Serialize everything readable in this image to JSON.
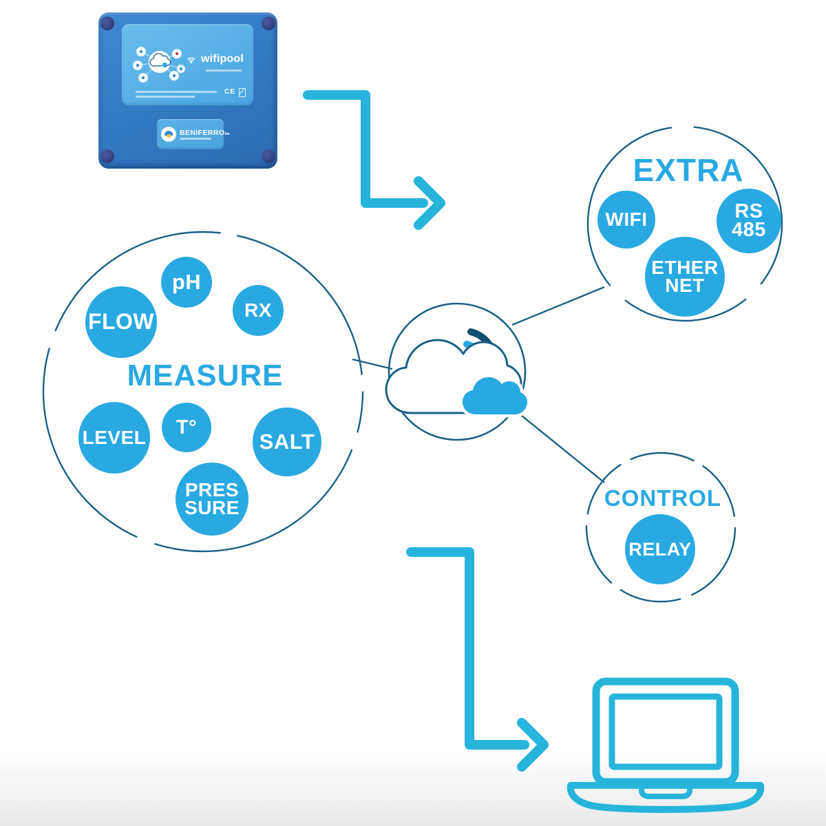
{
  "colors": {
    "bubble_blue": "#29A9E2",
    "accent_cyan": "#27B4DB",
    "outline_navy": "#1A5F85",
    "wifi_arc_dark": "#124E6F",
    "device_body": "#3379C4",
    "device_panel": "#5CB3E7",
    "device_screw": "#333F7D",
    "badge_blue": "#4FA7E0",
    "bg_fade": "#E9E9EA"
  },
  "device": {
    "logo_text": "wifipool",
    "badge_text": "BENIFERRO",
    "badge_suffix": "be",
    "ce_text": "CE"
  },
  "measure": {
    "title": "MEASURE",
    "bubbles": [
      {
        "label": "pH"
      },
      {
        "label": "RX"
      },
      {
        "label": "FLOW"
      },
      {
        "label": "LEVEL"
      },
      {
        "label": "T°"
      },
      {
        "label": "SALT"
      },
      {
        "label": "PRES\nSURE"
      }
    ]
  },
  "extra": {
    "title": "EXTRA",
    "bubbles": [
      {
        "label": "WIFI"
      },
      {
        "label": "RS\n485"
      },
      {
        "label": "ETHER\nNET"
      }
    ]
  },
  "control": {
    "title": "CONTROL",
    "bubbles": [
      {
        "label": "RELAY"
      }
    ]
  },
  "icons": {
    "cloud_hub_icon": "outlined cloud with small solid cloud and wifi signal arcs inside a circle",
    "wifi_icon": "two wifi arcs above a dot",
    "laptop_icon": "cyan outlined laptop",
    "arrow_icon": "thick cyan elbow arrow with chevron head"
  }
}
